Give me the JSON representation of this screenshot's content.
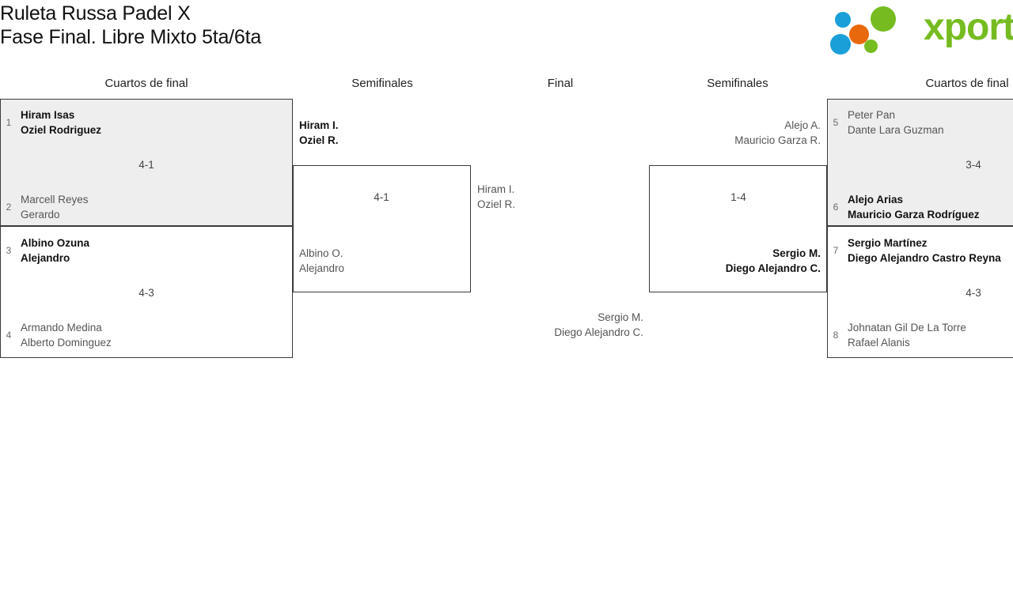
{
  "header": {
    "title_line1": "Ruleta Russa Padel X",
    "title_line2": "Fase Final. Libre Mixto 5ta/6ta",
    "logo_text": "xporty"
  },
  "rounds": [
    {
      "label": "Cuartos de final"
    },
    {
      "label": "Semifinales"
    },
    {
      "label": "Final"
    },
    {
      "label": "Semifinales"
    },
    {
      "label": "Cuartos de final"
    }
  ],
  "bracket": {
    "left_quarterfinals": [
      {
        "score": "4-1",
        "top": {
          "seed": "1",
          "player1": "Hiram Isas",
          "player2": "Oziel Rodriguez",
          "winner": true
        },
        "bottom": {
          "seed": "2",
          "player1": "Marcell Reyes",
          "player2": "Gerardo",
          "winner": false
        }
      },
      {
        "score": "4-3",
        "top": {
          "seed": "3",
          "player1": "Albino Ozuna",
          "player2": "Alejandro",
          "winner": true
        },
        "bottom": {
          "seed": "4",
          "player1": "Armando Medina",
          "player2": "Alberto Dominguez",
          "winner": false
        }
      }
    ],
    "left_semifinal": {
      "score": "4-1",
      "top": {
        "player1": "Hiram I.",
        "player2": "Oziel R.",
        "winner": true
      },
      "bottom": {
        "player1": "Albino O.",
        "player2": "Alejandro",
        "winner": false
      }
    },
    "final": {
      "score": "",
      "left": {
        "player1": "Hiram I.",
        "player2": "Oziel R.",
        "winner": false
      },
      "right": {
        "player1": "Sergio M.",
        "player2": "Diego Alejandro C.",
        "winner": false
      }
    },
    "right_semifinal": {
      "score": "1-4",
      "top": {
        "player1": "Alejo A.",
        "player2": "Mauricio Garza R.",
        "winner": false
      },
      "bottom": {
        "player1": "Sergio M.",
        "player2": "Diego Alejandro C.",
        "winner": true
      }
    },
    "right_quarterfinals": [
      {
        "score": "3-4",
        "top": {
          "seed": "5",
          "player1": "Peter Pan",
          "player2": "Dante Lara Guzman",
          "winner": false
        },
        "bottom": {
          "seed": "6",
          "player1": "Alejo Arias",
          "player2": "Mauricio Garza Rodríguez",
          "winner": true
        }
      },
      {
        "score": "4-3",
        "top": {
          "seed": "7",
          "player1": "Sergio Martínez",
          "player2": "Diego Alejandro Castro Reyna",
          "winner": true
        },
        "bottom": {
          "seed": "8",
          "player1": "Johnatan Gil De La Torre",
          "player2": "Rafael Alanis",
          "winner": false
        }
      }
    ]
  },
  "colors": {
    "brand_green": "#76bc21",
    "brand_blue": "#1a9fd9",
    "brand_orange": "#e8690b",
    "box_border": "#3a3a3a",
    "row_gray": "#eeeeee"
  }
}
